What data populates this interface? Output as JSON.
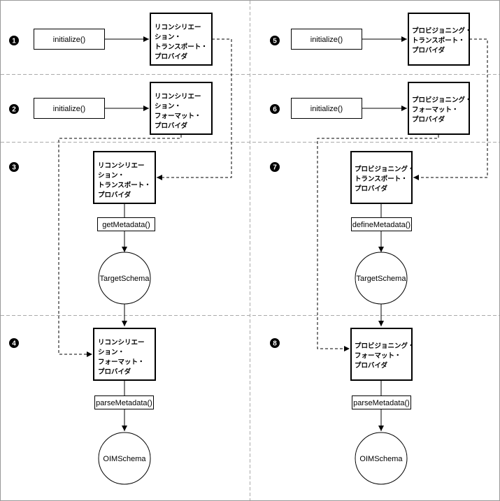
{
  "steps": [
    "1",
    "2",
    "3",
    "4",
    "5",
    "6",
    "7",
    "8"
  ],
  "calls": {
    "initialize": "initialize()",
    "get_metadata": "getMetadata()",
    "define_metadata": "defineMetadata()",
    "parse_metadata": "parseMetadata()"
  },
  "providers": {
    "recon_transport": [
      "リコンシリエー",
      "ション・",
      "トランスポート・",
      "プロバイダ"
    ],
    "recon_format": [
      "リコンシリエー",
      "ション・",
      "フォーマット・",
      "プロバイダ"
    ],
    "prov_transport": [
      "プロビジョニング・",
      "トランスポート・",
      "プロバイダ"
    ],
    "prov_format": [
      "プロビジョニング・",
      "フォーマット・",
      "プロバイダ"
    ]
  },
  "schemas": {
    "target": "TargetSchema",
    "oim": "OIMSchema"
  }
}
